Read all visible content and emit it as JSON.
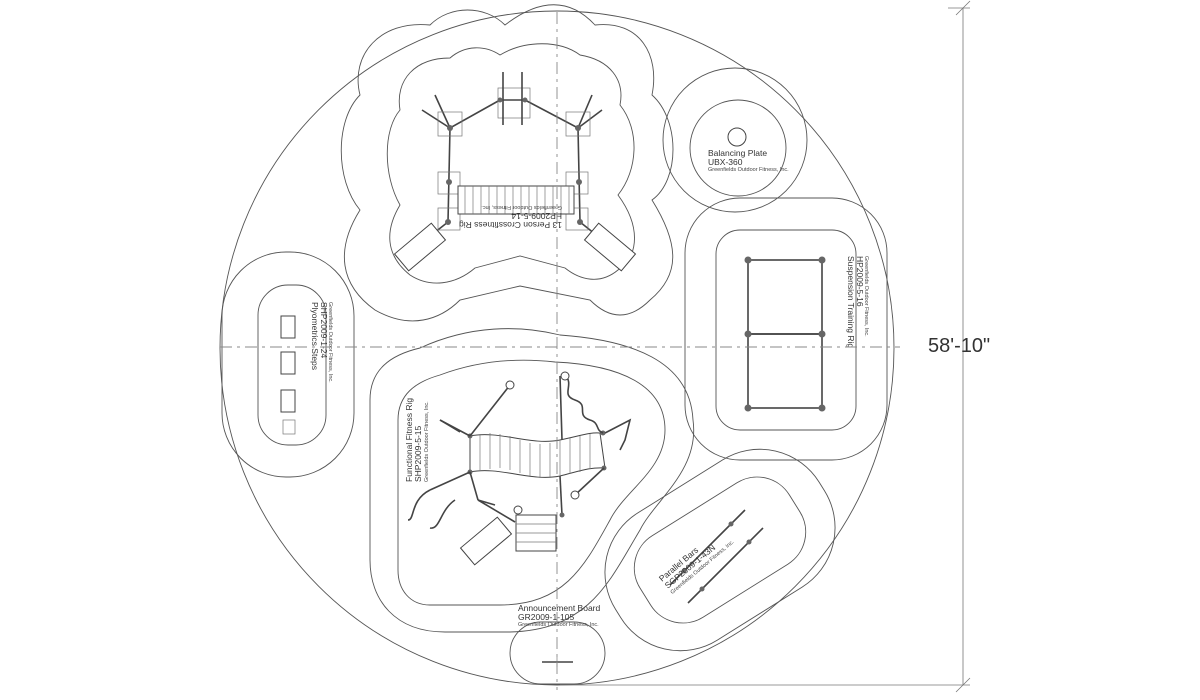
{
  "drawing": {
    "dimension": "58'-10\"",
    "colors": {
      "line": "#555555",
      "stipple": "#bbbbbb",
      "background": "#ffffff"
    }
  },
  "zones": {
    "crossfitness": {
      "name": "13 Person Crossfitness Rig",
      "code": "HP2009-5-14",
      "maker": "Greenfields Outdoor Fitness, Inc."
    },
    "balancing": {
      "name": "Balancing Plate",
      "code": "UBX-360",
      "maker": "Greenfields Outdoor Fitness, Inc."
    },
    "suspension": {
      "name": "Suspension Training Rig",
      "code": "HP2009-5-16",
      "maker": "Greenfields Outdoor Fitness, Inc."
    },
    "plyometrics": {
      "name": "Plyometrics Steps",
      "code": "SHP2009-1-24",
      "maker": "Greenfields Outdoor Fitness, Inc."
    },
    "functional": {
      "name": "Functional Fitness Rig",
      "code": "SHP2009-5-15",
      "maker": "Greenfields Outdoor Fitness, Inc."
    },
    "parallel": {
      "name": "Parallel Bars",
      "code": "SGP2009-1-43N",
      "maker": "Greenfields Outdoor Fitness, Inc."
    },
    "announcement": {
      "name": "Announcement Board",
      "code": "GR2009-1-105",
      "maker": "Greenfields Outdoor Fitness, Inc."
    }
  }
}
